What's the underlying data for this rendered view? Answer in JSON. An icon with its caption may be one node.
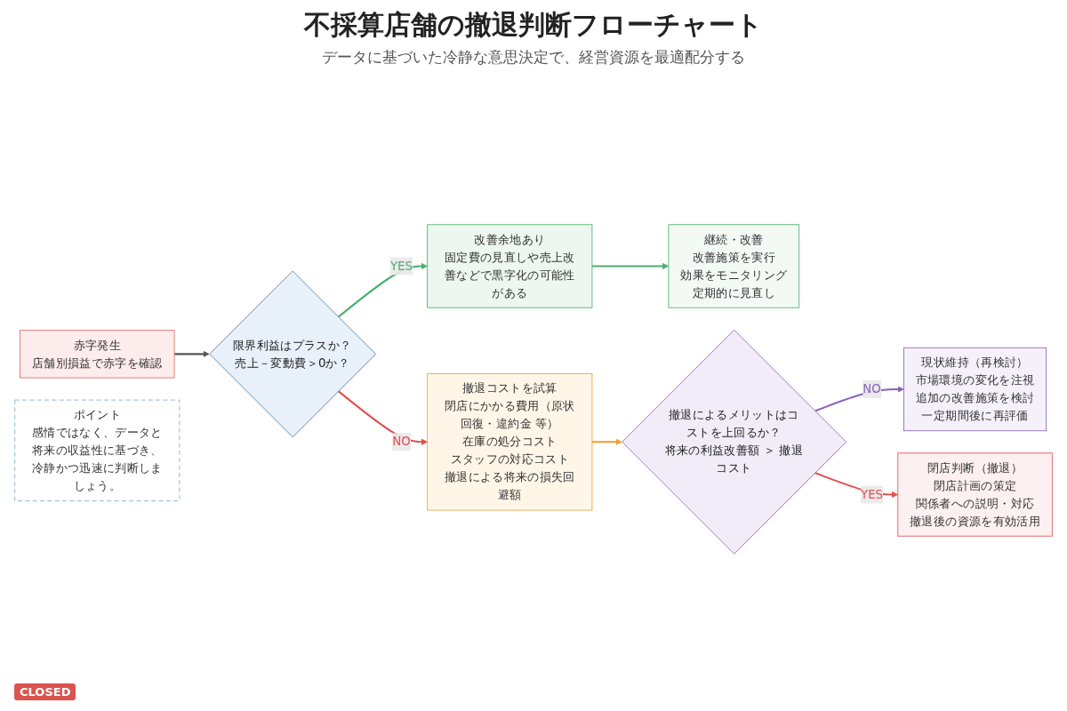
{
  "diagram": {
    "title": "不採算店舗の撤退判断フローチャート",
    "caption": "データに基づいた冷静な意思決定で、経営資源を最適配分する",
    "nodes": [
      {
        "text": [
          "赤字発生",
          "店舗別損益で赤字を確認"
        ]
      },
      {
        "text": [
          "限界利益はプラスか？",
          "売上－変動費＞0か？"
        ]
      },
      {
        "text": [
          "改善余地あり",
          "固定費の見直しや売上改善などで黒字化の可能性がある"
        ]
      },
      {
        "text": [
          "撤退コストを試算",
          "閉店にかかる費用（原状回復・違約金 等）",
          "在庫の処分コスト",
          "スタッフの対応コスト",
          "撤退による将来の損失回避額"
        ]
      },
      {
        "text": [
          "継続・改善",
          "改善施策を実行",
          "効果をモニタリング",
          "定期的に見直し"
        ]
      },
      {
        "text": [
          "撤退によるメリットはコストを上回るか？",
          "将来の利益改善額 ＞ 撤退コスト"
        ]
      },
      {
        "text": [
          "現状維持（再検討）",
          "市場環境の変化を注視",
          "追加の改善施策を検討",
          "一定期間後に再評価"
        ]
      },
      {
        "text": [
          "閉店判断（撤退）",
          "閉店計画の策定",
          "関係者への説明・対応",
          "撤退後の資源を有効活用"
        ]
      },
      {
        "text": [
          "ポイント",
          "感情ではなく、データと将来の収益性に基づき、冷静かつ迅速に判断しましょう。"
        ]
      }
    ],
    "edges": [
      {
        "from": 0,
        "to": 1,
        "arrow": "to"
      },
      {
        "from": 1,
        "to": 2,
        "arrow": "to",
        "label": "YES",
        "color": "#4caf6e"
      },
      {
        "from": 1,
        "to": 3,
        "arrow": "to",
        "label": "NO",
        "color": "#e05050"
      },
      {
        "from": 2,
        "to": 4,
        "arrow": "to",
        "color": "#4caf6e"
      },
      {
        "from": 3,
        "to": 5,
        "arrow": "to",
        "color": "#f0a030"
      },
      {
        "from": 5,
        "to": 6,
        "arrow": "to",
        "label": "NO",
        "color": "#8a63b8"
      },
      {
        "from": 5,
        "to": 7,
        "arrow": "to",
        "label": "YES",
        "color": "#e05050"
      }
    ],
    "labels": [
      "CLOSED"
    ]
  }
}
